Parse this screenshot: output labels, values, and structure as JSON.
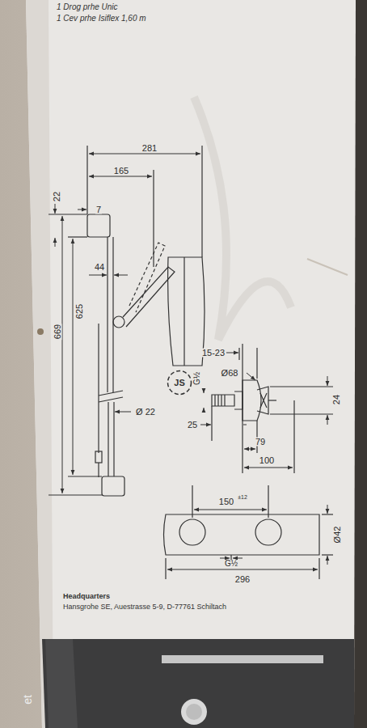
{
  "diagram": {
    "nodes": [
      {
        "text": [
          "JS"
        ]
      }
    ],
    "labels": [
      "1 Drog prhe Unic",
      "1 Cev prhe Isiflex 1,60 m",
      "281",
      "165",
      "22",
      "7",
      "44",
      "669",
      "625",
      "Ø 22",
      "G½",
      "15-23",
      "Ø68",
      "24",
      "25",
      "79",
      "100",
      "150",
      "±12",
      "G½",
      "296",
      "Ø42",
      "Headquarters",
      "Hansgrohe SE, Auestrasse 5-9, D-77761 Schiltach",
      "et"
    ]
  }
}
